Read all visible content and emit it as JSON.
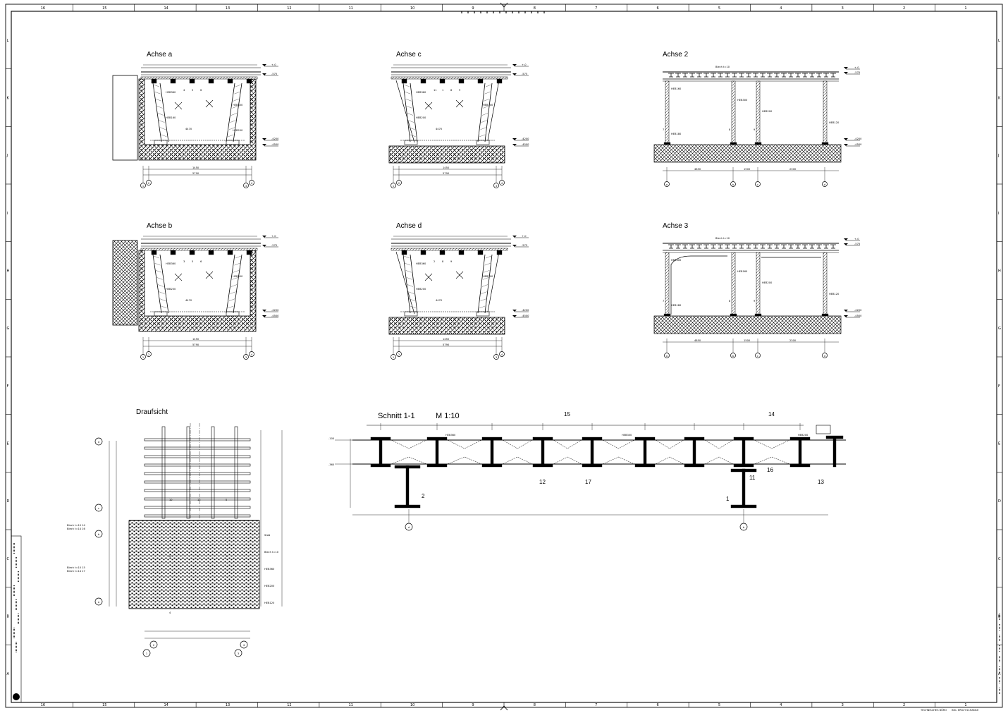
{
  "drawing": {
    "grid_columns": [
      "16",
      "15",
      "14",
      "13",
      "12",
      "11",
      "10",
      "9",
      "8",
      "7",
      "6",
      "5",
      "4",
      "3",
      "2",
      "1"
    ],
    "grid_rows": [
      "L",
      "K",
      "J",
      "I",
      "H",
      "G",
      "F",
      "E",
      "D",
      "C",
      "B",
      "A"
    ],
    "title_block": {
      "office": "TECHNISCHES BÜRO",
      "engineer": "ING. ERICH SCHANCE"
    }
  },
  "views": {
    "achse_a": {
      "title": "Achse a",
      "levels": [
        "+-0",
        "-575",
        "-4200",
        "-4500"
      ],
      "dims": [
        "1450",
        "5790",
        "4470"
      ],
      "axis_marks": [
        "1",
        "2",
        "3",
        "4"
      ],
      "profiles": [
        "HEB360",
        "HEB300",
        "HEB160",
        "HEB200"
      ],
      "members": [
        "4",
        "5",
        "6"
      ]
    },
    "achse_c": {
      "title": "Achse c",
      "levels": [
        "+-0",
        "-575",
        "-4200",
        "-4500"
      ],
      "dims": [
        "1450",
        "5790",
        "4470"
      ],
      "axis_marks": [
        "1",
        "2",
        "3",
        "4"
      ],
      "profiles": [
        "HEB360",
        "HEB300",
        "HEB200"
      ],
      "members": [
        "11",
        "1",
        "8",
        "9"
      ]
    },
    "achse_2": {
      "title": "Achse 2",
      "note": "Blech t=10",
      "levels": [
        "+-0",
        "-575",
        "-4200",
        "-4500"
      ],
      "dims": [
        "4850",
        "1500",
        "2300"
      ],
      "axis_marks": [
        "a",
        "b",
        "c",
        "d"
      ],
      "profiles": [
        "HEB160",
        "HEB300",
        "HEB200",
        "HEB120",
        "HEB180"
      ],
      "members": [
        "7",
        "8",
        "9"
      ]
    },
    "achse_b": {
      "title": "Achse b",
      "levels": [
        "+-0",
        "-575",
        "-4200",
        "-4500"
      ],
      "dims": [
        "1450",
        "5790",
        "4470"
      ],
      "axis_marks": [
        "1",
        "2",
        "3",
        "4"
      ],
      "profiles": [
        "HEB360",
        "HEB300",
        "HEB200"
      ],
      "members": [
        "3",
        "5",
        "6"
      ]
    },
    "achse_d": {
      "title": "Achse d",
      "levels": [
        "+-0",
        "-575",
        "-4200",
        "-4500"
      ],
      "dims": [
        "1450",
        "5790",
        "4470"
      ],
      "axis_marks": [
        "1",
        "2",
        "3",
        "4"
      ],
      "profiles": [
        "HEB360",
        "HEB300",
        "HEB200"
      ],
      "members": [
        "2",
        "8",
        "9"
      ]
    },
    "achse_3": {
      "title": "Achse 3",
      "note": "Blech t=10",
      "levels": [
        "+-0",
        "-575",
        "-4200",
        "-4500"
      ],
      "dims": [
        "4850",
        "1500",
        "2300"
      ],
      "axis_marks": [
        "a",
        "b",
        "c",
        "d"
      ],
      "profiles": [
        "HEB300",
        "HEB160",
        "HEB200",
        "HEB120",
        "HEB180"
      ],
      "members": [
        "7",
        "8",
        "9"
      ]
    },
    "draufsicht": {
      "title": "Draufsicht",
      "axis_marks": [
        "1",
        "2",
        "3",
        "4",
        "a",
        "b",
        "c",
        "d"
      ],
      "notes": [
        "Stoß",
        "Blech t=10",
        "HEB360",
        "HEB200",
        "HEB120"
      ],
      "left_notes": [
        "Blech t=10  14",
        "Blech t=14  16",
        "Blech t=10  15",
        "Blech t=14  17"
      ],
      "members": [
        "10",
        "13",
        "5",
        "6",
        "2",
        "3",
        "4"
      ]
    },
    "schnitt": {
      "title": "Schnitt 1-1",
      "scale": "M 1:10",
      "position_numbers": [
        "15",
        "14",
        "2",
        "12",
        "17",
        "11",
        "16",
        "13",
        "1"
      ],
      "profiles": [
        "HEB360",
        "HEB300",
        "HEB200"
      ],
      "levels": [
        "-100",
        "-360"
      ],
      "axis_marks": [
        "d",
        "b"
      ]
    }
  }
}
